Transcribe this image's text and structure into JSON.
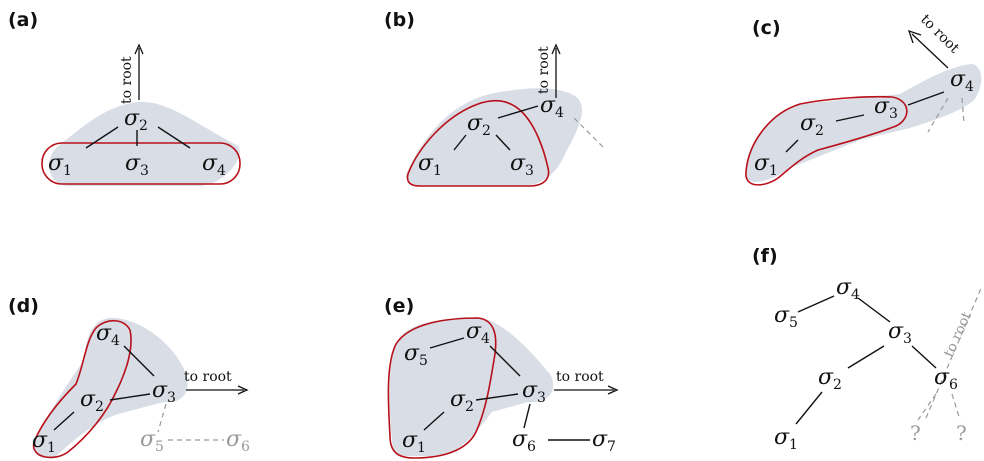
{
  "panels": {
    "a": {
      "label": "(a)",
      "root": "to root",
      "n1": "1",
      "n2": "2",
      "n3": "3",
      "n4": "4"
    },
    "b": {
      "label": "(b)",
      "root": "to root",
      "n1": "1",
      "n2": "2",
      "n3": "3",
      "n4": "4"
    },
    "c": {
      "label": "(c)",
      "root": "to root",
      "n1": "1",
      "n2": "2",
      "n3": "3",
      "n4": "4"
    },
    "d": {
      "label": "(d)",
      "root": "to root",
      "n1": "1",
      "n2": "2",
      "n3": "3",
      "n4": "4",
      "n5": "5",
      "n6": "6"
    },
    "e": {
      "label": "(e)",
      "root": "to root",
      "n1": "1",
      "n2": "2",
      "n3": "3",
      "n4": "4",
      "n5": "5",
      "n6": "6",
      "n7": "7"
    },
    "f": {
      "label": "(f)",
      "root": "to root",
      "n1": "1",
      "n2": "2",
      "n3": "3",
      "n4": "4",
      "n5": "5",
      "n6": "6",
      "q1": "?",
      "q2": "?"
    }
  },
  "symbol": "σ",
  "colors": {
    "highlight": "#d8dde6",
    "outline": "#b8101a",
    "ghost": "#9a9a9a"
  }
}
